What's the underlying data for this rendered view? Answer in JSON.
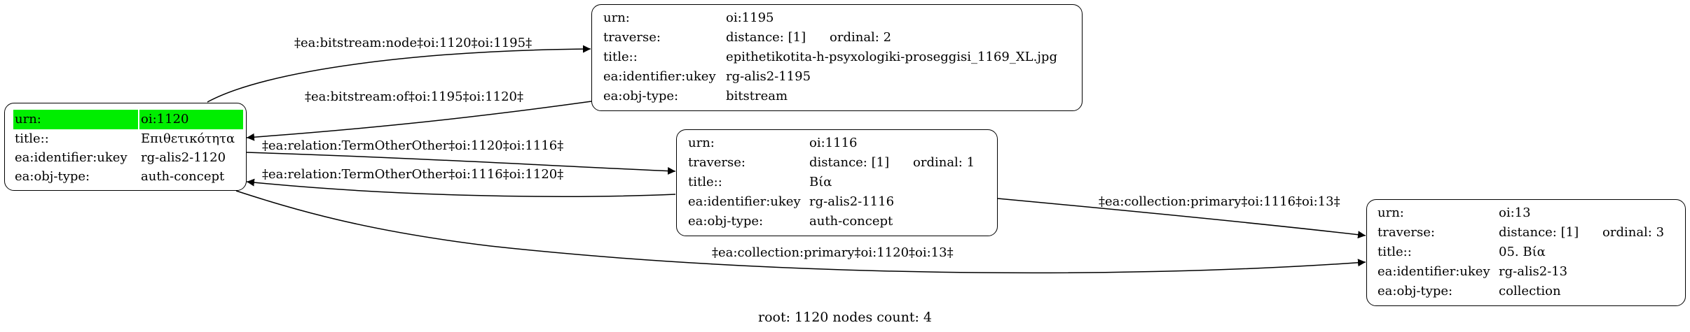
{
  "nodes": {
    "root": {
      "rows": [
        {
          "k": "urn:",
          "v": "oi:1120"
        },
        {
          "k": "title::",
          "v": "Επιθετικότητα"
        },
        {
          "k": "ea:identifier:ukey",
          "v": "rg-alis2-1120"
        },
        {
          "k": "ea:obj-type:",
          "v": "auth-concept"
        }
      ]
    },
    "n1195": {
      "rows": [
        {
          "k": "urn:",
          "v": "oi:1195"
        },
        {
          "k": "traverse:",
          "v": "distance: [1]",
          "x": "ordinal: 2"
        },
        {
          "k": "title::",
          "v": "epithetikotita-h-psyxologiki-proseggisi_1169_XL.jpg"
        },
        {
          "k": "ea:identifier:ukey",
          "v": "rg-alis2-1195"
        },
        {
          "k": "ea:obj-type:",
          "v": "bitstream"
        }
      ]
    },
    "n1116": {
      "rows": [
        {
          "k": "urn:",
          "v": "oi:1116"
        },
        {
          "k": "traverse:",
          "v": "distance: [1]",
          "x": "ordinal: 1"
        },
        {
          "k": "title::",
          "v": "Βία"
        },
        {
          "k": "ea:identifier:ukey",
          "v": "rg-alis2-1116"
        },
        {
          "k": "ea:obj-type:",
          "v": "auth-concept"
        }
      ]
    },
    "n13": {
      "rows": [
        {
          "k": "urn:",
          "v": "oi:13"
        },
        {
          "k": "traverse:",
          "v": "distance: [1]",
          "x": "ordinal: 3"
        },
        {
          "k": "title::",
          "v": "05. Βία"
        },
        {
          "k": "ea:identifier:ukey",
          "v": "rg-alis2-13"
        },
        {
          "k": "ea:obj-type:",
          "v": "collection"
        }
      ]
    }
  },
  "edges": [
    {
      "label": "‡ea:bitstream:node‡oi:1120‡oi:1195‡"
    },
    {
      "label": "‡ea:bitstream:of‡oi:1195‡oi:1120‡"
    },
    {
      "label": "‡ea:relation:TermOtherOther‡oi:1120‡oi:1116‡"
    },
    {
      "label": "‡ea:relation:TermOtherOther‡oi:1116‡oi:1120‡"
    },
    {
      "label": "‡ea:collection:primary‡oi:1116‡oi:13‡"
    },
    {
      "label": "‡ea:collection:primary‡oi:1120‡oi:13‡"
    }
  ],
  "footer": "root: 1120 nodes count: 4",
  "colors": {
    "highlight": "#00ee00",
    "stroke": "#000000"
  }
}
